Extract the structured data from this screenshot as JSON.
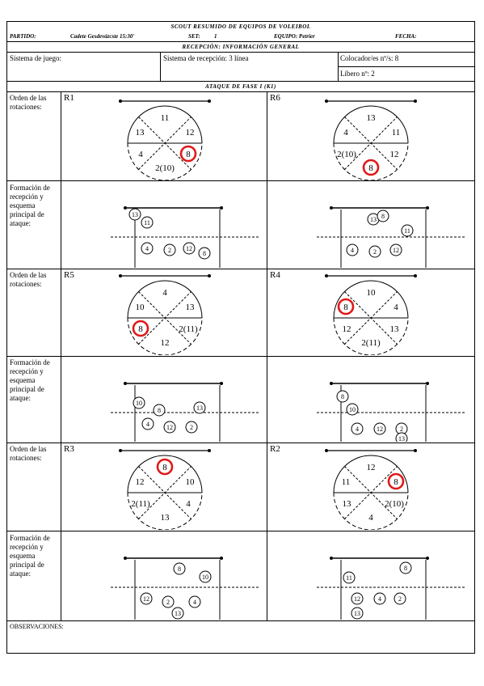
{
  "header": {
    "title": "SCOUT RESUMIDO DE EQUIPOS DE VOLEIBOL",
    "partido_label": "PARTIDO:",
    "partido_value": "Cadete Gesdevázcste 15:30'",
    "set_label": "SET:",
    "set_value": "1",
    "equipo_label": "EQUIPO: Petrier",
    "fecha_label": "FECHA:"
  },
  "reception": {
    "title": "RECEPCIÓN: INFORMACIÓN GENERAL",
    "sistema_juego": "Sistema de juego:",
    "sistema_recepcion": "Sistema de recepción: 3 línea",
    "colocadores": "Colocador/es nº/s: 8",
    "libero": "Líbero nº: 2"
  },
  "attack": {
    "title": "ATAQUE DE FASE I (K1)",
    "row_labels": {
      "orden": "Orden de las rotaciones:",
      "formacion": "Formación de recepción y esquema principal de ataque:"
    },
    "rotations": [
      {
        "id": "R1",
        "top": "11",
        "upper_left": "13",
        "upper_right": "12",
        "left": "4",
        "right": "8",
        "bottom": "2(10)",
        "highlight": "right"
      },
      {
        "id": "R6",
        "top": "13",
        "upper_left": "4",
        "upper_right": "11",
        "left": "2(10)",
        "right": "12",
        "bottom": "8",
        "highlight": "bottom"
      },
      {
        "id": "R5",
        "top": "4",
        "upper_left": "10",
        "upper_right": "13",
        "left": "8",
        "right": "2(11)",
        "bottom": "12",
        "highlight": "left"
      },
      {
        "id": "R4",
        "top": "10",
        "upper_left": "8",
        "upper_right": "4",
        "left": "12",
        "right": "13",
        "bottom": "2(11)",
        "highlight": "upper_left"
      },
      {
        "id": "R3",
        "top": "8",
        "upper_left": "12",
        "upper_right": "10",
        "left": "2(11)",
        "right": "4",
        "bottom": "13",
        "highlight": "top"
      },
      {
        "id": "R2",
        "top": "12",
        "upper_left": "11",
        "upper_right": "8",
        "left": "13",
        "right": "2(10)",
        "bottom": "4",
        "highlight": "upper_right"
      }
    ],
    "formations": [
      {
        "players": [
          {
            "n": "13"
          },
          {
            "n": "11"
          },
          {
            "n": "4"
          },
          {
            "n": "2"
          },
          {
            "n": "12"
          },
          {
            "n": "8"
          }
        ]
      },
      {
        "players": [
          {
            "n": "13"
          },
          {
            "n": "8"
          },
          {
            "n": "11"
          },
          {
            "n": "4"
          },
          {
            "n": "2"
          },
          {
            "n": "12"
          }
        ]
      },
      {
        "players": [
          {
            "n": "10"
          },
          {
            "n": "8"
          },
          {
            "n": "13"
          },
          {
            "n": "4"
          },
          {
            "n": "12"
          },
          {
            "n": "2"
          }
        ]
      },
      {
        "players": [
          {
            "n": "8"
          },
          {
            "n": "10"
          },
          {
            "n": "4"
          },
          {
            "n": "12"
          },
          {
            "n": "2"
          },
          {
            "n": "13"
          }
        ]
      },
      {
        "players": [
          {
            "n": "8"
          },
          {
            "n": "10"
          },
          {
            "n": "12"
          },
          {
            "n": "2"
          },
          {
            "n": "4"
          },
          {
            "n": "13"
          }
        ]
      },
      {
        "players": [
          {
            "n": "8"
          },
          {
            "n": "11"
          },
          {
            "n": "12"
          },
          {
            "n": "4"
          },
          {
            "n": "2"
          },
          {
            "n": "13"
          }
        ]
      }
    ]
  },
  "observaciones": "OBSERVACIONES:",
  "colors": {
    "highlight": "#e01818",
    "line": "#000000"
  }
}
